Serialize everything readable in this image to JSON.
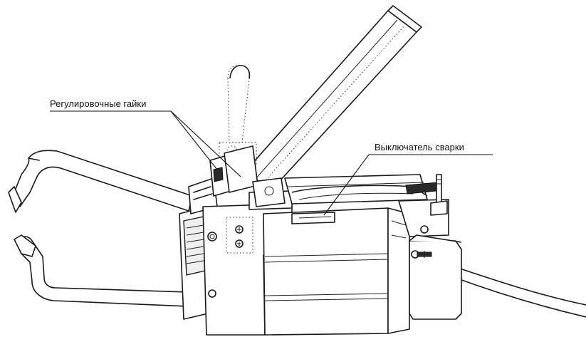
{
  "labels": {
    "adjusting_nuts": "Регулировочные гайки",
    "welding_switch": "Выключатель сварки"
  },
  "colors": {
    "line": "#1a1a1a",
    "background": "#ffffff"
  },
  "icons": [
    "spot-welder-drawing"
  ]
}
